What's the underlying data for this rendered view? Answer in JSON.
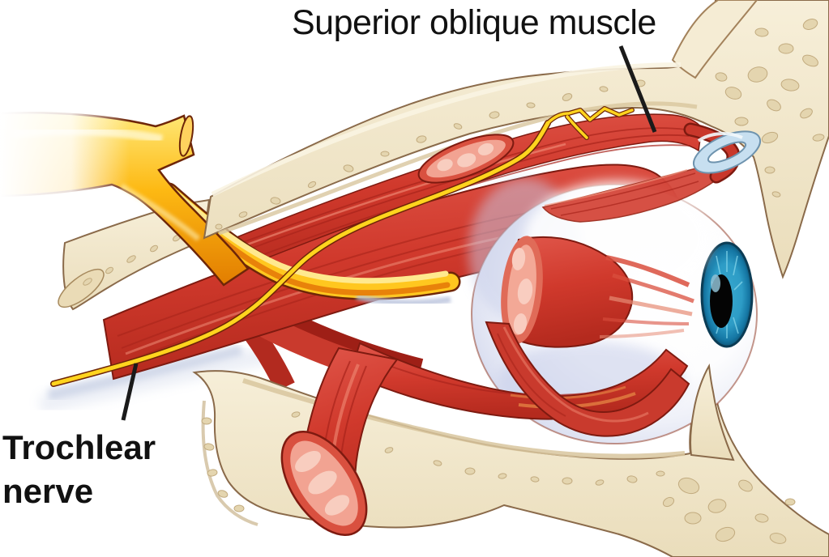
{
  "figure": {
    "type": "anatomical-diagram",
    "subject": "Lateral cutaway of the orbit showing the superior oblique muscle and trochlear nerve",
    "background": "#FFFFFF"
  },
  "labels": {
    "superior_oblique": "Superior oblique muscle",
    "trochlear": "Trochlear nerve"
  },
  "structures": [
    "orbital-bone",
    "superior-oblique-muscle",
    "trochlear-nerve",
    "trochlea-pulley",
    "eyeball",
    "iris",
    "pupil",
    "rectus-muscles",
    "cut-muscle-stumps",
    "ophthalmic-nerve-branches"
  ],
  "colors": {
    "bone": "#F3EAD0",
    "bone_speckle": "#E4D5AF",
    "bone_outline": "#8A6A4A",
    "muscle": "#D0392C",
    "muscle_dark": "#A8241B",
    "muscle_cut": "#F2A392",
    "nerve_yellow": "#FFD41E",
    "nerve_orange": "#E8820A",
    "nerve_outline": "#6E2608",
    "trochlea_blue": "#C7DFF0",
    "iris_blue": "#1C84B4",
    "pupil": "#000000",
    "sclera_shade": "#C6CDE9",
    "label_text": "#111111",
    "leader_line": "#1A1A1A"
  }
}
